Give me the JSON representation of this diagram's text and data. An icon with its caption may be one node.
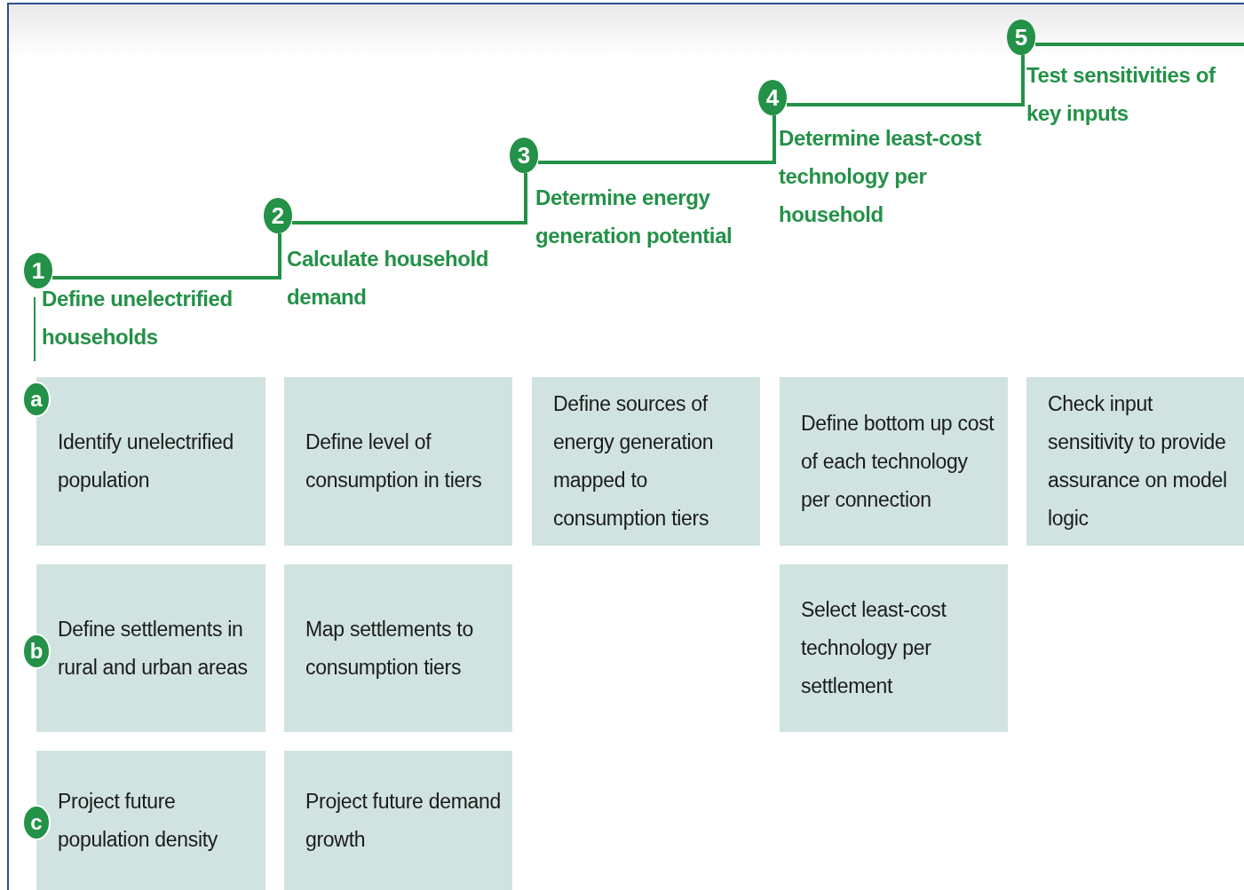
{
  "diagram": {
    "nodes": [
      {
        "text": [
          "1"
        ],
        "beside": [
          "Define unelectrified households"
        ]
      },
      {
        "text": [
          "2"
        ],
        "beside": [
          "Calculate household demand"
        ]
      },
      {
        "text": [
          "3"
        ],
        "beside": [
          "Determine energy generation potential"
        ]
      },
      {
        "text": [
          "4"
        ],
        "beside": [
          "Determine least-cost technology per household"
        ]
      },
      {
        "text": [
          "5"
        ],
        "beside": [
          "Test sensitivities of key inputs"
        ]
      },
      {
        "text": [
          "a"
        ]
      },
      {
        "text": [
          "b"
        ]
      },
      {
        "text": [
          "c"
        ]
      },
      {
        "text": [
          "Identify unelectrified population"
        ]
      },
      {
        "text": [
          "Define level of consumption in tiers"
        ]
      },
      {
        "text": [
          "Define sources of energy generation mapped to consumption tiers"
        ]
      },
      {
        "text": [
          "Define bottom up cost of each technology per connection"
        ]
      },
      {
        "text": [
          "Check input sensitivity to provide assurance on model logic"
        ]
      },
      {
        "text": [
          "Define settlements in rural and urban areas"
        ]
      },
      {
        "text": [
          "Map settlements to consumption tiers"
        ]
      },
      {
        "text": [
          "Select least-cost technology per settlement"
        ]
      },
      {
        "text": [
          "Project future population density"
        ]
      },
      {
        "text": [
          "Project future demand growth"
        ]
      }
    ],
    "edges": [
      {
        "from": 0,
        "to": 1,
        "arrow": "none"
      },
      {
        "from": 1,
        "to": 2,
        "arrow": "none"
      },
      {
        "from": 2,
        "to": 3,
        "arrow": "none"
      },
      {
        "from": 3,
        "to": 4,
        "arrow": "none"
      },
      {
        "from": 4,
        "to": null,
        "arrow": "none"
      }
    ]
  }
}
